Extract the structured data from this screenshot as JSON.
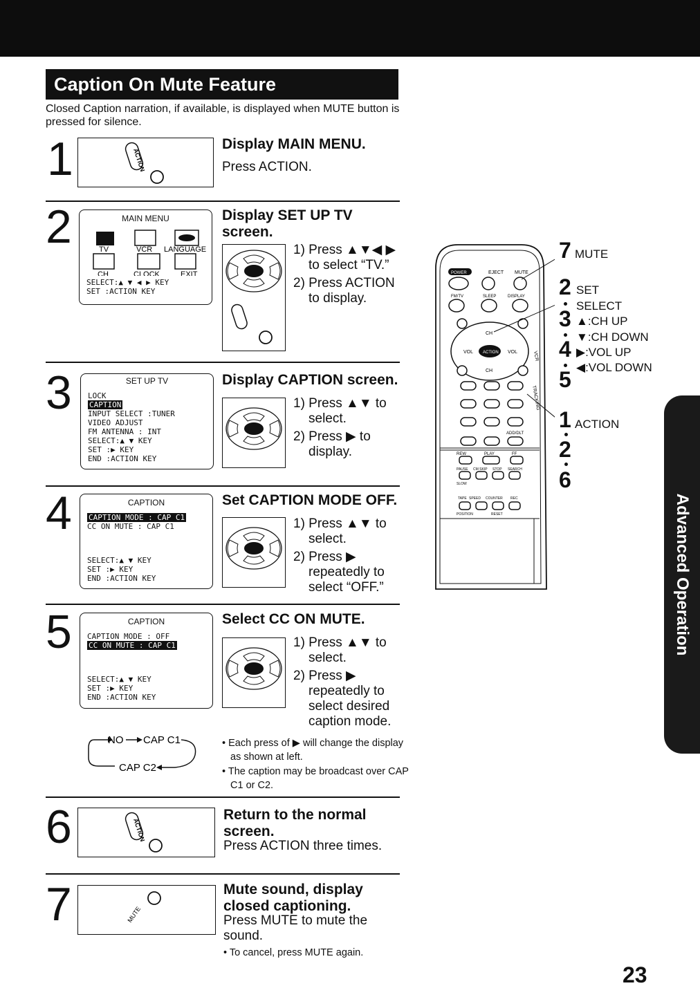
{
  "section_title": "Caption On Mute Feature",
  "intro": "Closed Caption narration, if available, is displayed when MUTE button is pressed for silence.",
  "icons": {
    "action": "action-button-icon",
    "mute": "mute-button-icon",
    "joystick": "joystick-pad-icon"
  },
  "steps": [
    {
      "num": "1",
      "heading": "Display MAIN MENU.",
      "body": "Press ACTION.",
      "button_label": "ACTION"
    },
    {
      "num": "2",
      "heading": "Display SET UP TV screen.",
      "screen": {
        "title": "MAIN MENU",
        "items": [
          "TV",
          "VCR",
          "LANGUAGE",
          "CH",
          "CLOCK",
          "EXIT"
        ],
        "lines": [
          "SELECT:▲ ▼ ◀ ▶  KEY",
          "SET    :ACTION KEY"
        ]
      },
      "instructions": [
        "1) Press ▲▼◀ ▶ to select “TV.”",
        "2) Press ACTION to display."
      ]
    },
    {
      "num": "3",
      "heading": "Display CAPTION screen.",
      "screen": {
        "title": "SET UP TV",
        "lines": [
          "LOCK",
          "CAPTION",
          "INPUT SELECT      :TUNER",
          "VIDEO ADJUST",
          "FM ANTENNA        : INT",
          "SELECT:▲ ▼ KEY",
          "SET    :▶ KEY",
          "END    :ACTION KEY"
        ]
      },
      "instructions": [
        "1) Press ▲▼ to select.",
        "2) Press ▶ to display."
      ]
    },
    {
      "num": "4",
      "heading": "Set CAPTION MODE OFF.",
      "screen": {
        "title": "CAPTION",
        "lines": [
          "CAPTION MODE   : CAP C1",
          "CC ON MUTE     : CAP C1",
          "SELECT:▲ ▼ KEY",
          "SET    :▶ KEY",
          "END    :ACTION KEY"
        ]
      },
      "instructions": [
        "1) Press ▲▼ to select.",
        "2) Press ▶ repeatedly to select “OFF.”"
      ]
    },
    {
      "num": "5",
      "heading": "Select CC ON MUTE.",
      "screen": {
        "title": "CAPTION",
        "lines": [
          "CAPTION MODE   : OFF",
          "CC ON MUTE     : CAP C1",
          "SELECT:▲ ▼ KEY",
          "SET    :▶ KEY",
          "END    :ACTION KEY"
        ]
      },
      "instructions": [
        "1) Press ▲▼ to select.",
        "2) Press ▶ repeatedly to select desired caption mode."
      ],
      "cycle": [
        "NO",
        "CAP C1",
        "CAP C2"
      ],
      "notes": [
        "• Each press of ▶ will change the display as shown at left.",
        "• The caption may be broadcast over CAP C1 or C2."
      ]
    },
    {
      "num": "6",
      "heading": "Return to the normal screen.",
      "body": "Press ACTION three times.",
      "button_label": "ACTION"
    },
    {
      "num": "7",
      "heading": "Mute sound, display closed captioning.",
      "body": "Press MUTE to mute the sound.",
      "button_label": "MUTE",
      "note": "• To cancel, press MUTE again."
    }
  ],
  "remote_labels": {
    "mute": {
      "num": "7",
      "label": "MUTE"
    },
    "set": {
      "num": "2",
      "label": "SET"
    },
    "select": "SELECT",
    "ch_up": {
      "num": "3",
      "label": "▲:CH UP"
    },
    "ch_down": "▼:CH DOWN",
    "vol_up": {
      "num": "4",
      "label": "▶:VOL UP"
    },
    "vol_down": "◀:VOL DOWN",
    "num5": "5",
    "action": {
      "num": "1",
      "label": "ACTION"
    },
    "num2": "2",
    "num6": "6"
  },
  "remote_buttons": [
    "POWER",
    "EJECT",
    "MUTE",
    "FM/TV",
    "SLEEP",
    "DISPLAY",
    "CH",
    "VOL",
    "ACTION",
    "TRACKING",
    "VCR",
    "ADD/DLT",
    "REW",
    "PLAY",
    "FF",
    "PAUSE",
    "CM SKIP",
    "STOP",
    "SEARCH",
    "SLOW",
    "TAPE",
    "SPEED",
    "COUNTER",
    "REC",
    "POSITION",
    "RESET"
  ],
  "side_tab": "Advanced Operation",
  "page_number": "23"
}
